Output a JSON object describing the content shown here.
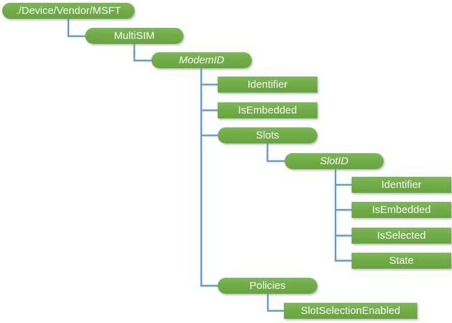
{
  "diagram": {
    "type": "tree",
    "colors": {
      "node_green": "#70AD47",
      "node_text": "#FFFFFF",
      "connector_blue": "#5B9BD5",
      "background": "#FFFFFF"
    },
    "root": {
      "label": "./Device/Vendor/MSFT",
      "shape": "pill",
      "italic": false,
      "children": [
        {
          "label": "MultiSIM",
          "shape": "pill",
          "italic": false,
          "children": [
            {
              "label": "ModemID",
              "shape": "pill",
              "italic": true,
              "children": [
                {
                  "label": "Identifier",
                  "shape": "rect",
                  "italic": false
                },
                {
                  "label": "IsEmbedded",
                  "shape": "rect",
                  "italic": false
                },
                {
                  "label": "Slots",
                  "shape": "pill",
                  "italic": false,
                  "children": [
                    {
                      "label": "SlotID",
                      "shape": "pill",
                      "italic": true,
                      "children": [
                        {
                          "label": "Identifier",
                          "shape": "rect",
                          "italic": false
                        },
                        {
                          "label": "IsEmbedded",
                          "shape": "rect",
                          "italic": false
                        },
                        {
                          "label": "IsSelected",
                          "shape": "rect",
                          "italic": false
                        },
                        {
                          "label": "State",
                          "shape": "rect",
                          "italic": false
                        }
                      ]
                    }
                  ]
                },
                {
                  "label": "Policies",
                  "shape": "pill",
                  "italic": false,
                  "children": [
                    {
                      "label": "SlotSelectionEnabled",
                      "shape": "rect",
                      "italic": false
                    }
                  ]
                }
              ]
            }
          ]
        }
      ]
    }
  }
}
